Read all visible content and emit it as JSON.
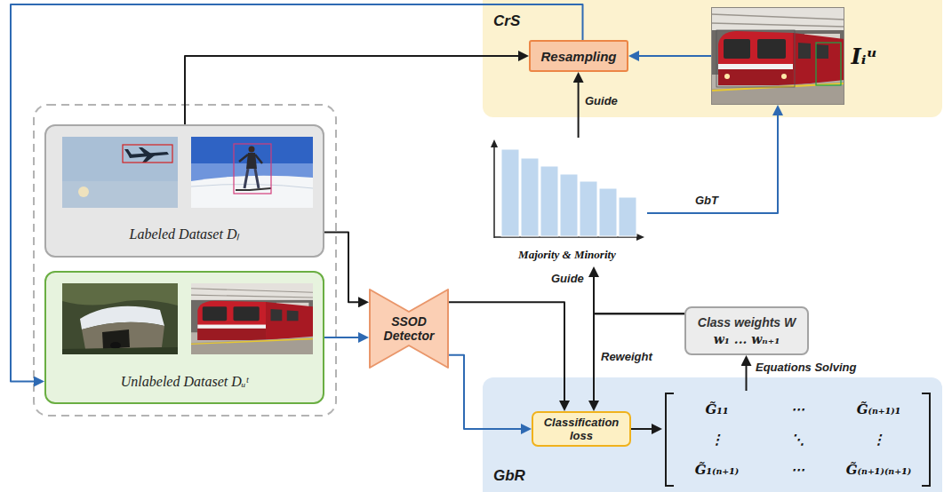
{
  "diagram": {
    "nodes": [
      {
        "text": [
          "CrS"
        ]
      },
      {
        "text": [
          "Resampling"
        ],
        "in": 0
      },
      {
        "text": [
          "Iᵢᵘ"
        ],
        "in": 0
      },
      {
        "text": [
          "Labeled Dataset Dₗ"
        ]
      },
      {
        "text": [
          "Unlabeled Dataset Dᵤᵗ"
        ]
      },
      {
        "text": [
          "SSOD Detector"
        ]
      },
      {
        "text": [
          "Majority & Minority"
        ]
      },
      {
        "text": [
          "Class weights W",
          "w₁ ... wₙ₊₁"
        ]
      },
      {
        "text": [
          "GbR"
        ]
      },
      {
        "text": [
          "Classification loss"
        ],
        "in": 8
      },
      {
        "text": [
          "G̃₁₁",
          "⋯",
          "G̃₍ₙ₊₁₎₁",
          "⋮",
          "⋱",
          "⋮",
          "G̃₁₍ₙ₊₁₎",
          "⋯",
          "G̃₍ₙ₊₁₎₍ₙ₊₁₎"
        ],
        "in": 8
      }
    ],
    "edges": [
      {
        "from": 3,
        "to": 1,
        "arrow": "to"
      },
      {
        "from": 2,
        "to": 1,
        "arrow": "to"
      },
      {
        "from": 1,
        "to": 4,
        "arrow": "to"
      },
      {
        "from": 6,
        "to": 1,
        "label": "Guide",
        "arrow": "to"
      },
      {
        "from": 6,
        "to": 2,
        "label": "GbT",
        "arrow": "to"
      },
      {
        "from": 3,
        "to": 5,
        "arrow": "to"
      },
      {
        "from": 4,
        "to": 5,
        "arrow": "to"
      },
      {
        "from": 5,
        "to": 9,
        "arrow": "to"
      },
      {
        "from": 5,
        "to": 9,
        "arrow": "to"
      },
      {
        "from": 9,
        "to": 10,
        "arrow": "to"
      },
      {
        "from": 10,
        "to": 7,
        "label": "Equations Solving",
        "arrow": "to"
      },
      {
        "from": 7,
        "to": 6,
        "label": "Guide",
        "arrow": "to"
      },
      {
        "from": 7,
        "to": 9,
        "label": "Reweight",
        "arrow": "to"
      }
    ]
  }
}
